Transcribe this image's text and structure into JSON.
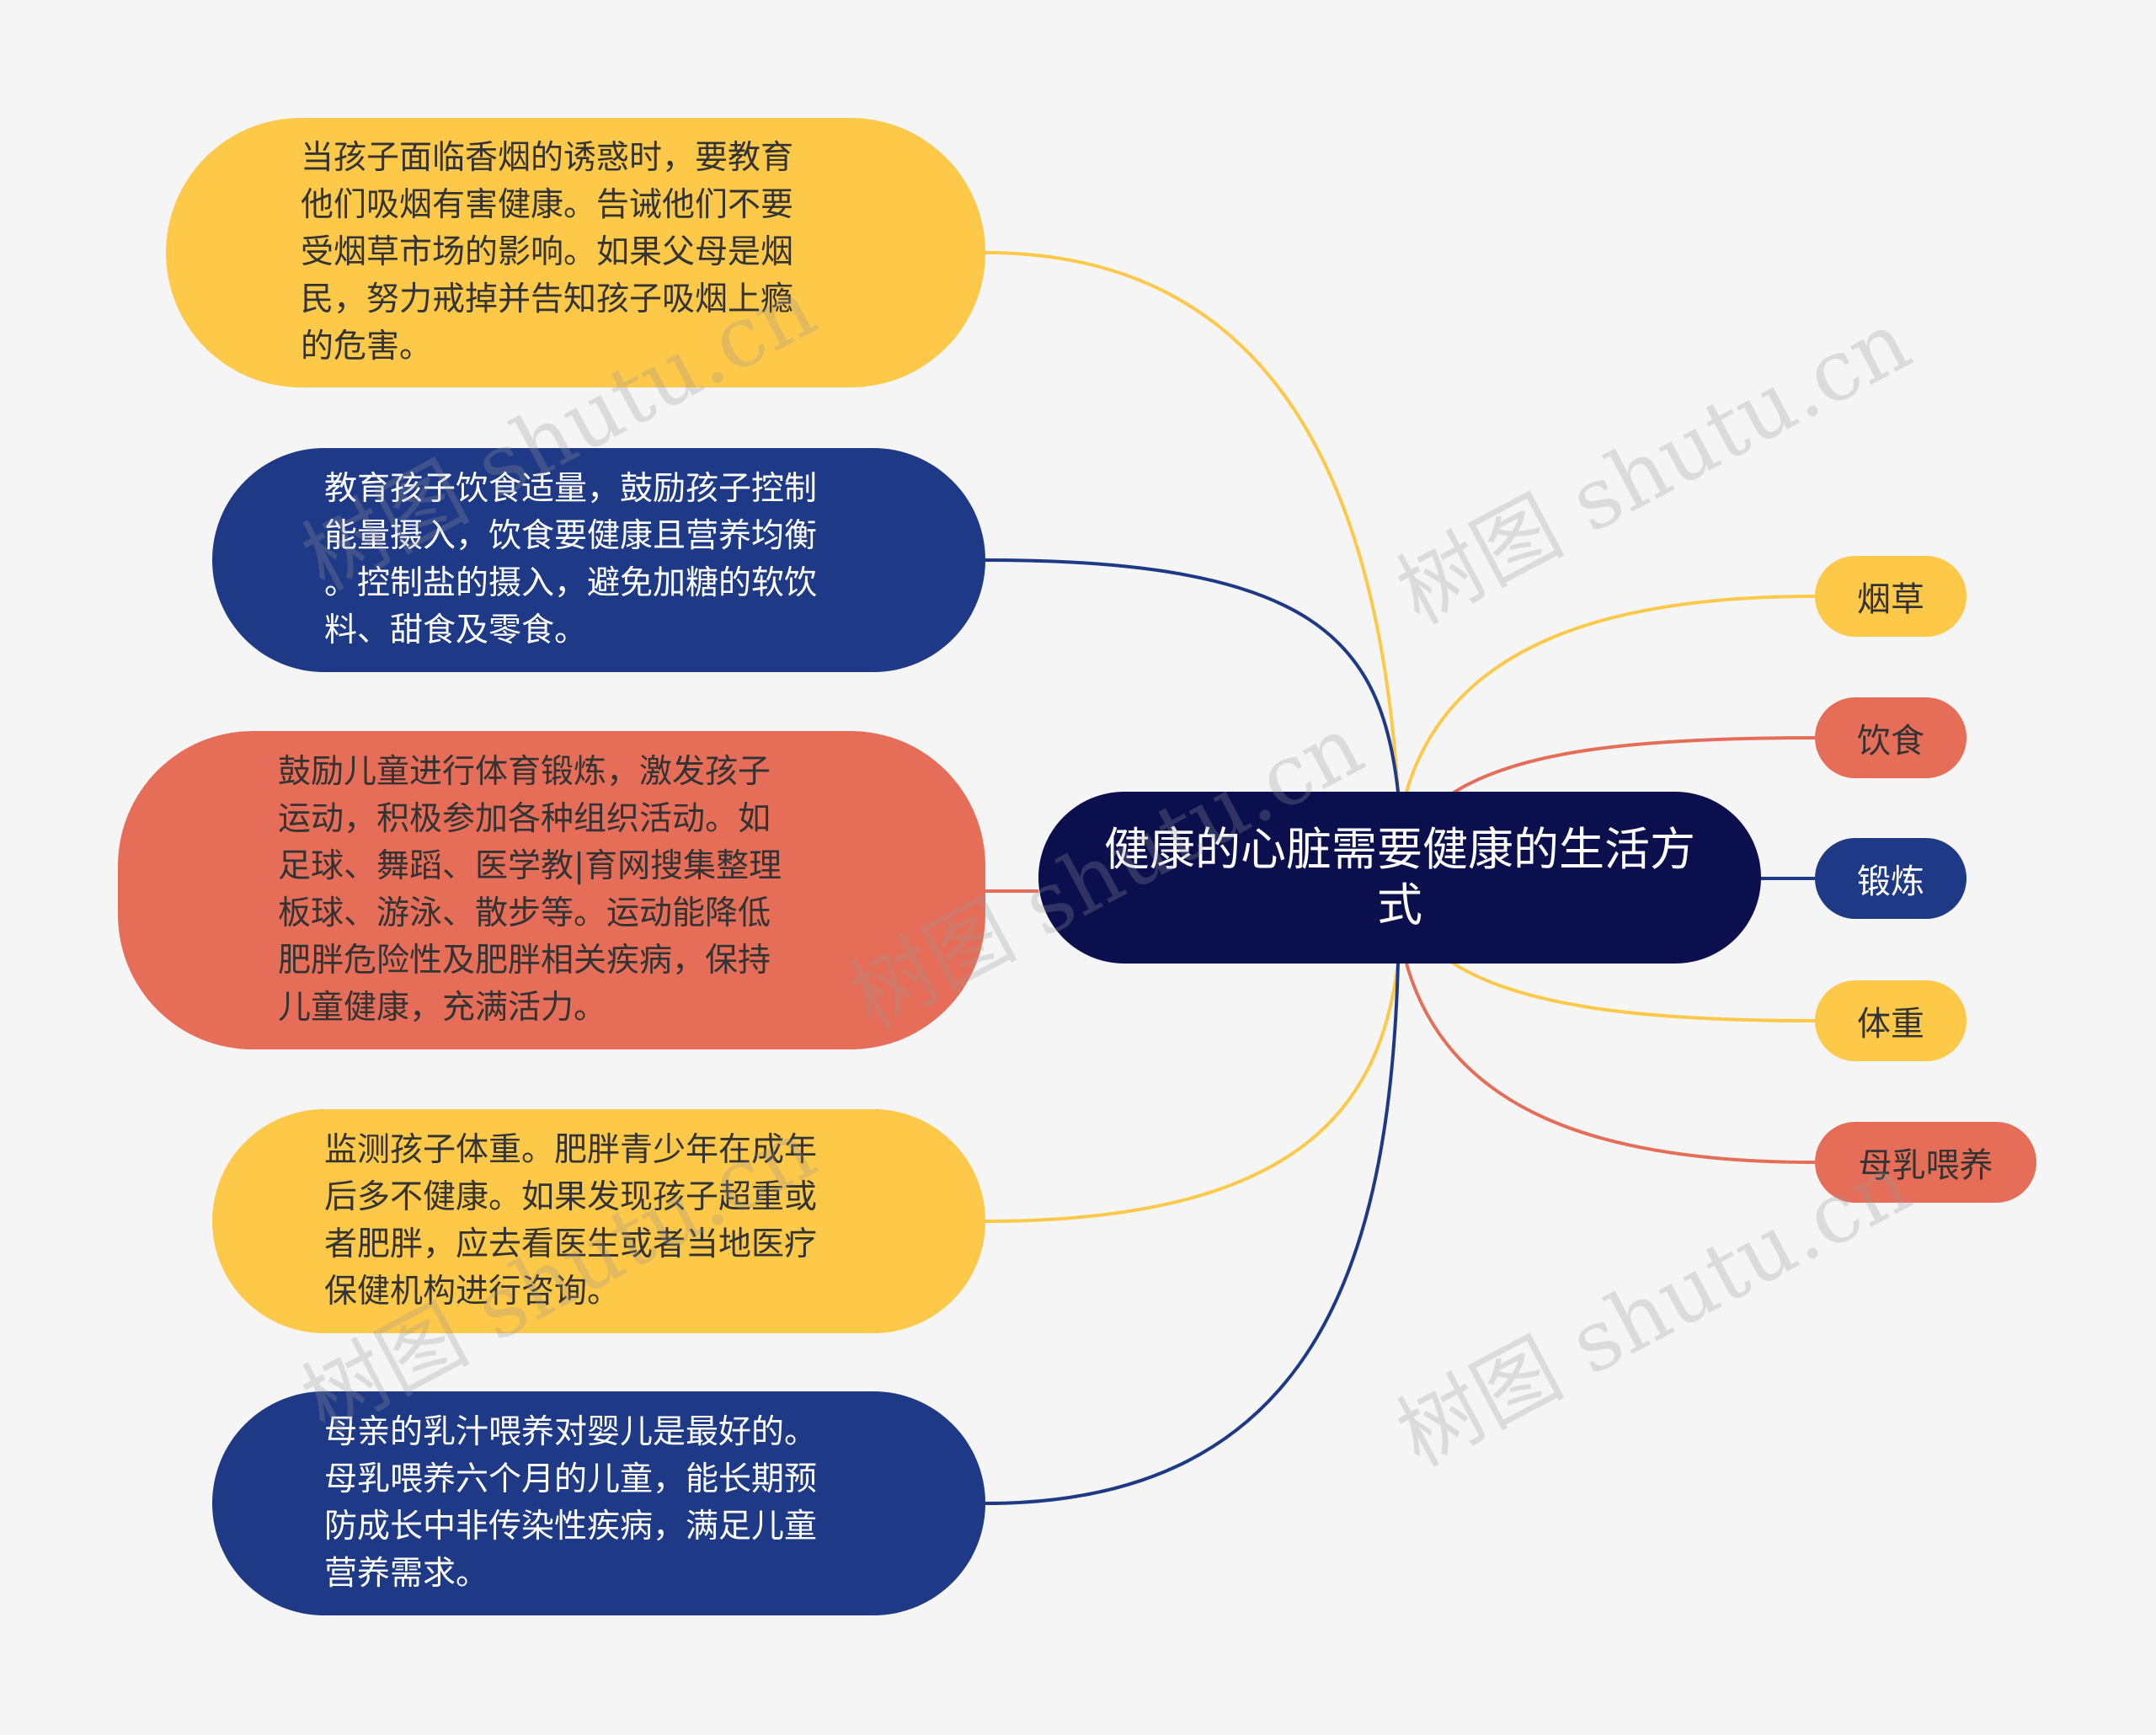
{
  "title": "健康的心脏需要健康的生活方式",
  "colors": {
    "background": "#f5f5f5",
    "center": "#0b0f4e",
    "yellow": "#fec849",
    "blue": "#1e3a86",
    "red": "#e66e58"
  },
  "branches": [
    {
      "label": "烟草",
      "color": "yellow",
      "detail": "当孩子面临香烟的诱惑时，要教育\n他们吸烟有害健康。告诫他们不要\n受烟草市场的影响。如果父母是烟\n民，努力戒掉并告知孩子吸烟上瘾\n的危害。"
    },
    {
      "label": "饮食",
      "color": "red",
      "detail": "教育孩子饮食适量，鼓励孩子控制\n能量摄入，饮食要健康且营养均衡\n。控制盐的摄入，避免加糖的软饮\n料、甜食及零食。"
    },
    {
      "label": "锻炼",
      "color": "blue",
      "detail": "鼓励儿童进行体育锻炼，激发孩子\n运动，积极参加各种组织活动。如\n足球、舞蹈、医学教|育网搜集整理\n板球、游泳、散步等。运动能降低\n肥胖危险性及肥胖相关疾病，保持\n儿童健康，充满活力。"
    },
    {
      "label": "体重",
      "color": "yellow",
      "detail": "监测孩子体重。肥胖青少年在成年\n后多不健康。如果发现孩子超重或\n者肥胖，应去看医生或者当地医疗\n保健机构进行咨询。"
    },
    {
      "label": "母乳喂养",
      "color": "red",
      "detail": "母亲的乳汁喂养对婴儿是最好的。\n母乳喂养六个月的儿童，能长期预\n防成长中非传染性疾病，满足儿童\n营养需求。"
    }
  ],
  "watermarks": [
    "树图 shutu.cn",
    "树图 shutu.cn",
    "树图 shutu.cn",
    "树图 shutu.cn",
    "树图 shutu.cn"
  ]
}
